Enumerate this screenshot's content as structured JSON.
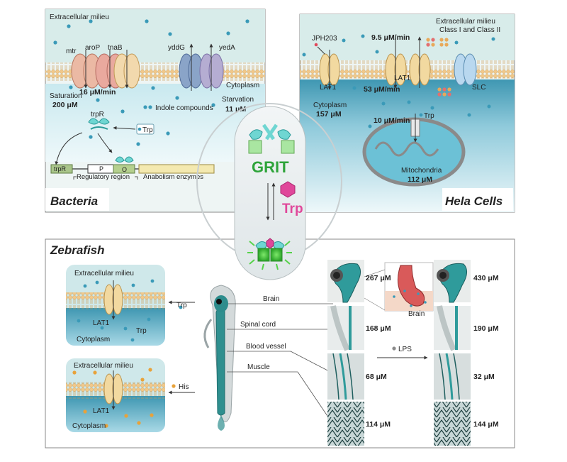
{
  "center": {
    "sensor": "GRIT",
    "ligand": "Trp"
  },
  "bacteria": {
    "panel_label": "Bacteria",
    "extracellular": "Extracellular milieu",
    "transporters": [
      "mtr",
      "aroP",
      "tnaB",
      "yddG",
      "yedA"
    ],
    "cytoplasm": "Cytoplasm",
    "rate": "16 μM/min",
    "saturation_label": "Saturation",
    "saturation_value": "200 μM",
    "starvation_label": "Starvation",
    "starvation_value": "11 μM",
    "indole": "Indole compounds",
    "repressor": "trpR",
    "trp": "Trp",
    "operon": {
      "trpR": "trpR",
      "P": "P",
      "O": "O"
    },
    "regulatory": "Regulatory region",
    "anabolism": "Anabolism enzymes"
  },
  "hela": {
    "panel_label": "Hela Cells",
    "extracellular": "Extracellular milieu",
    "inhibitor": "JPH203",
    "rate_in": "9.5 μM/min",
    "classes": "Class I and Class II",
    "lat1_left": "LAT1",
    "lat1_mid": "LAT1",
    "slc": "SLC",
    "rate_out": "53 μM/min",
    "cytoplasm_label": "Cytoplasm",
    "cytoplasm_value": "157 μM",
    "mito_rate": "10 μM/min",
    "mito_trp": "Trp",
    "mito_label": "Mitochondria",
    "mito_value": "112 μM"
  },
  "zebrafish": {
    "panel_label": "Zebrafish",
    "cell_top": {
      "extracellular": "Extracellular milieu",
      "lat1": "LAT1",
      "trp": "Trp",
      "cytoplasm": "Cytoplasm",
      "arrow_label": "Trp"
    },
    "cell_bottom": {
      "extracellular": "Extracellular milieu",
      "lat1": "LAT1",
      "cytoplasm": "Cytoplasm",
      "arrow_label": "His"
    },
    "tissues": [
      "Brain",
      "Spinal cord",
      "Blood vessel",
      "Muscle"
    ],
    "inset_label": "Brain",
    "lps": "LPS",
    "before": [
      "267 μM",
      "168 μM",
      "68 μM",
      "114 μM"
    ],
    "after": [
      "430 μM",
      "190 μM",
      "32 μM",
      "144 μM"
    ]
  }
}
